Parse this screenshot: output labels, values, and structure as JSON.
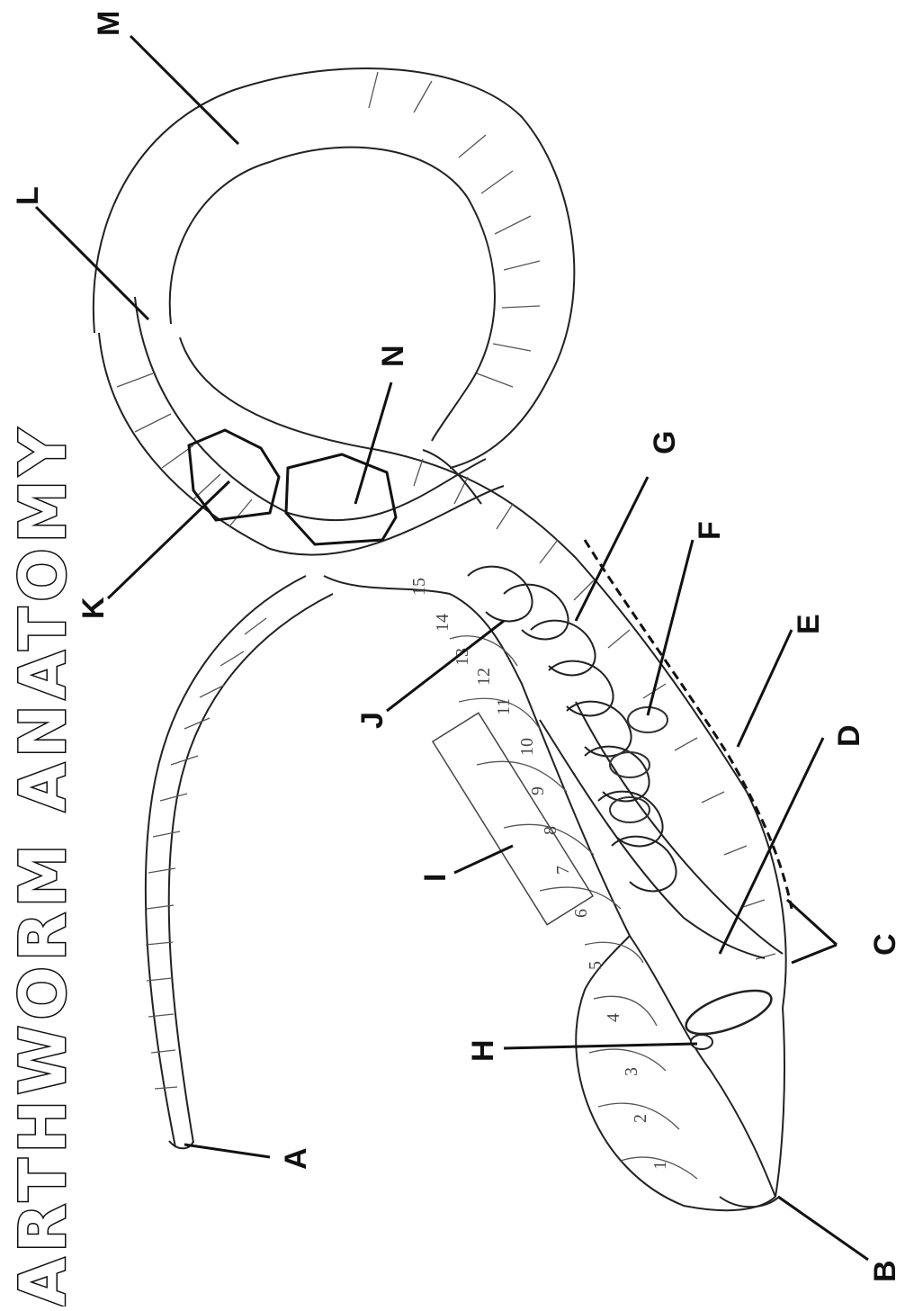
{
  "diagram": {
    "title": "ARTHWORM ANATOMY",
    "labels": {
      "A": "A",
      "B": "B",
      "C": "C",
      "D": "D",
      "E": "E",
      "F": "F",
      "G": "G",
      "H": "H",
      "I": "I",
      "J": "J",
      "K": "K",
      "L": "L",
      "M": "M",
      "N": "N"
    },
    "segment_numbers": [
      "1",
      "2",
      "3",
      "4",
      "5",
      "6",
      "7",
      "8",
      "9",
      "10",
      "11",
      "12",
      "13",
      "14",
      "15"
    ]
  }
}
